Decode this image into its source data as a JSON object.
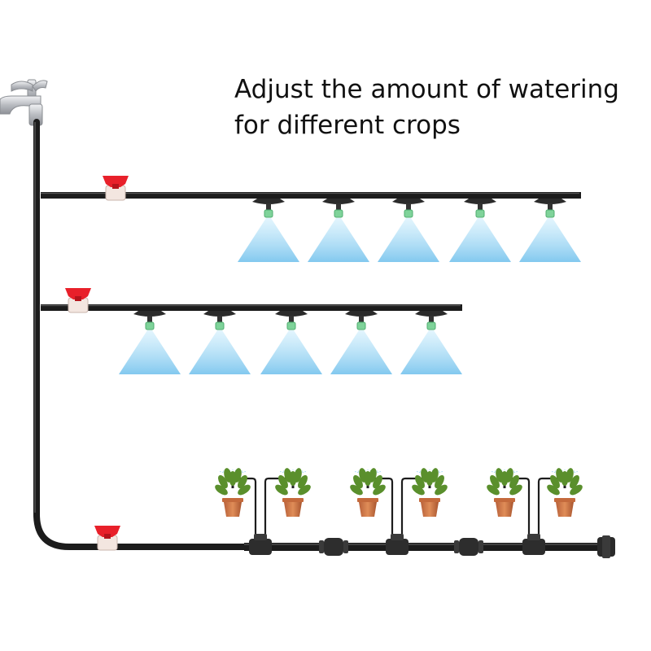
{
  "caption": {
    "line1": "Adjust the amount of watering",
    "line2": "for different crops"
  },
  "colors": {
    "pipe": "#1c1c1c",
    "pipe_highlight": "#555555",
    "valve_handle": "#e8202a",
    "valve_body": "#f3e6e0",
    "nozzle": "#7fd39a",
    "spray": "#8fd0f2",
    "pot": "#d07a48",
    "leaf": "#5a8f2c",
    "faucet": "#c9ccd0"
  },
  "icons": {
    "faucet": "faucet-icon",
    "valve": "valve-icon",
    "sprinkler": "mist-sprinkler-icon",
    "potted_plant": "potted-plant-icon",
    "tee_connector": "tee-connector-icon",
    "end_cap": "end-plug-icon"
  },
  "branches": [
    {
      "label": "upper-branch",
      "sprinklers": 5
    },
    {
      "label": "middle-branch",
      "sprinklers": 5
    },
    {
      "label": "drip-branch",
      "plants": 6
    }
  ]
}
